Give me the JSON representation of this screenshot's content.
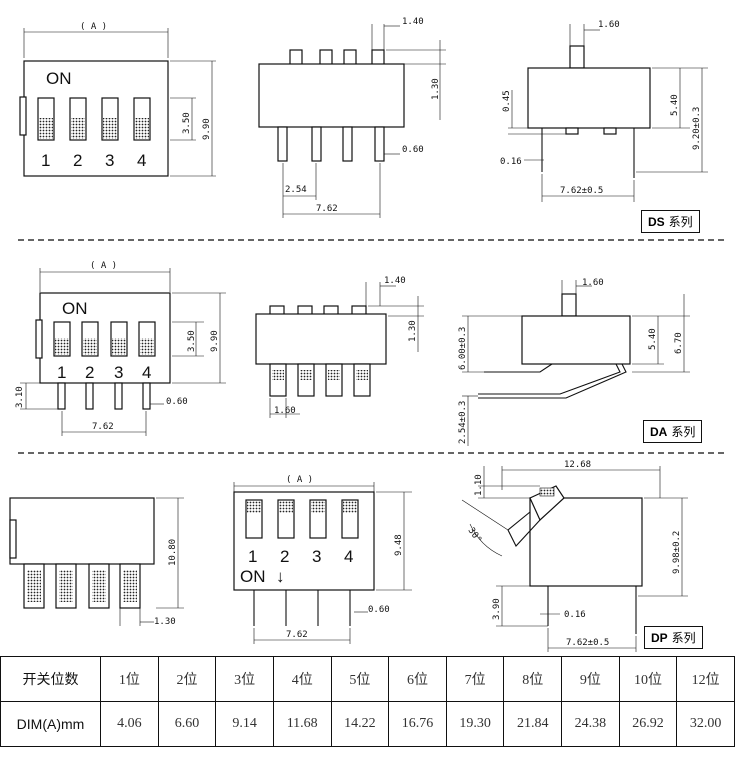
{
  "top": {
    "dim_a": "( A )",
    "on_label": "ON",
    "switch_numbers": [
      "1",
      "2",
      "3",
      "4"
    ],
    "dim_height_inner": "3.50",
    "dim_height_total": "9.90",
    "dim_actuator_w": "1.40",
    "dim_body_h": "1.30",
    "dim_pin_w": "0.60",
    "dim_pitch": "2.54",
    "dim_row": "7.62",
    "dim_side_act": "1.60",
    "dim_side_045": "0.45",
    "dim_side_540": "5.40",
    "dim_side_920": "9.20±0.3",
    "dim_side_016": "0.16",
    "dim_side_762": "7.62±0.5",
    "badge_code": "DS",
    "badge_text": "系列"
  },
  "middle": {
    "dim_a": "( A )",
    "on_label": "ON",
    "switch_numbers": [
      "1",
      "2",
      "3",
      "4"
    ],
    "dim_inner": "3.50",
    "dim_total": "9.90",
    "dim_310": "3.10",
    "dim_pin": "0.60",
    "dim_row": "7.62",
    "dim_act": "1.40",
    "dim_130": "1.30",
    "dim_160": "1.60",
    "dim_side_act": "1.60",
    "dim_600": "6.00±0.3",
    "dim_254": "2.54±0.3",
    "dim_540": "5.40",
    "dim_670": "6.70",
    "badge_code": "DA",
    "badge_text": "系列"
  },
  "bottom": {
    "dim_1080": "10.80",
    "dim_130": "1.30",
    "dim_a": "( A )",
    "switch_numbers": [
      "1",
      "2",
      "3",
      "4"
    ],
    "on_label": "ON",
    "arrow": "↓",
    "dim_948": "9.48",
    "dim_pin": "0.60",
    "dim_row": "7.62",
    "dim_1268": "12.68",
    "dim_110": "1.10",
    "dim_angle": "30°",
    "dim_998": "9.98±0.2",
    "dim_390": "3.90",
    "dim_016": "0.16",
    "dim_762": "7.62±0.5",
    "badge_code": "DP",
    "badge_text": "系列"
  },
  "table": {
    "row1_header": "开关位数",
    "row2_header": "DIM(A)mm",
    "positions": [
      "1位",
      "2位",
      "3位",
      "4位",
      "5位",
      "6位",
      "7位",
      "8位",
      "9位",
      "10位",
      "12位"
    ],
    "dims": [
      "4.06",
      "6.60",
      "9.14",
      "11.68",
      "14.22",
      "16.76",
      "19.30",
      "21.84",
      "24.38",
      "26.92",
      "32.00"
    ]
  }
}
